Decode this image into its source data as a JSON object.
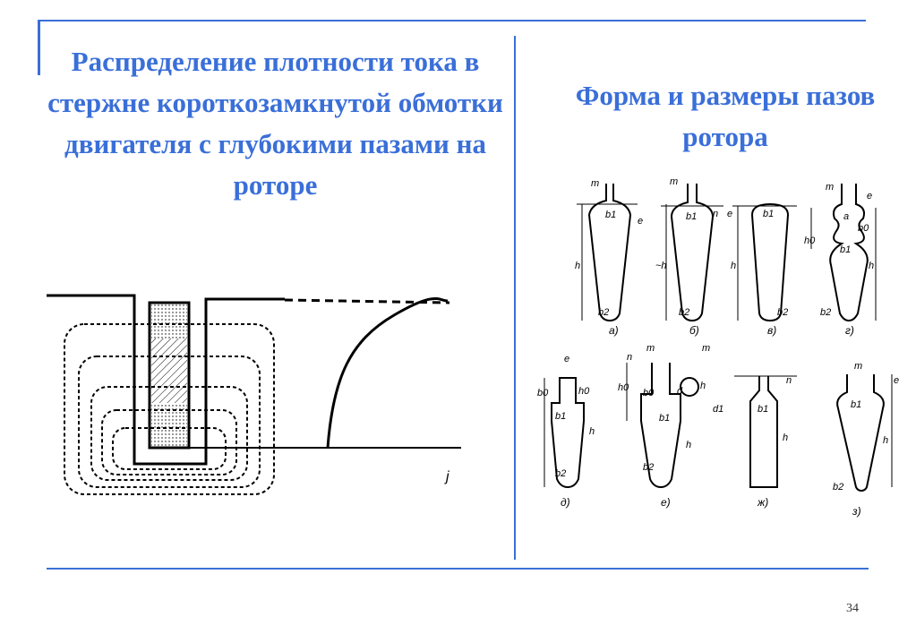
{
  "slide": {
    "left_title": "Распределение плотности тока в стержне короткозамкнутой обмотки двигателя с глубокими пазами на роторе",
    "right_title": "Форма и размеры пазов ротора",
    "page_number": "34"
  },
  "colors": {
    "accent": "#3a6fd8",
    "ink": "#000000"
  },
  "left_diagram": {
    "axis_label": "j"
  },
  "right_diagram": {
    "slots": [
      {
        "caption": "а)",
        "labels": [
          "m",
          "b1",
          "e",
          "h",
          "b2"
        ]
      },
      {
        "caption": "б)",
        "labels": [
          "m",
          "b1",
          "n",
          "e",
          "~h",
          "b2"
        ]
      },
      {
        "caption": "в)",
        "labels": [
          "b1",
          "h",
          "b2"
        ]
      },
      {
        "caption": "г)",
        "labels": [
          "m",
          "e",
          "a",
          "b0",
          "h0",
          "b1",
          "h",
          "b2"
        ]
      },
      {
        "caption": "д)",
        "labels": [
          "e",
          "b0",
          "h0",
          "b1",
          "h",
          "b2"
        ]
      },
      {
        "caption": "е)",
        "labels": [
          "m",
          "m",
          "n",
          "h0",
          "b0",
          "d",
          "h",
          "d1",
          "b1",
          "h",
          "b2"
        ]
      },
      {
        "caption": "ж)",
        "labels": [
          "n",
          "b1",
          "h"
        ]
      },
      {
        "caption": "з)",
        "labels": [
          "m",
          "e",
          "b1",
          "h",
          "b2"
        ]
      }
    ]
  }
}
